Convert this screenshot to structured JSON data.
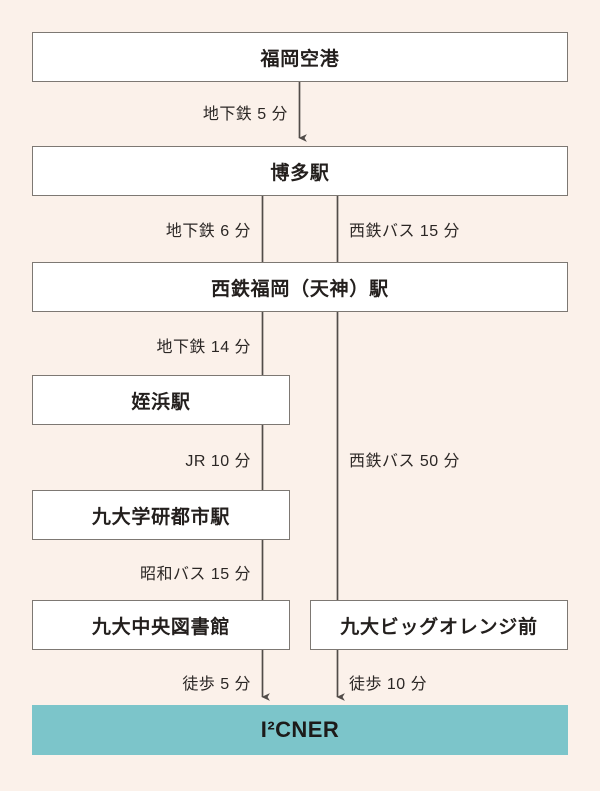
{
  "diagram": {
    "type": "transit-route-flowchart",
    "background_color": "#fbf1ea",
    "box_fill": "#ffffff",
    "box_border_color": "#7d7873",
    "connector_color": "#514c49",
    "terminal_color": "#7cc5ca",
    "nodes": [
      {
        "id": "fukuoka-airport",
        "label": "福岡空港",
        "kind": "station"
      },
      {
        "id": "hakata-station",
        "label": "博多駅",
        "kind": "station"
      },
      {
        "id": "nishitetsu-fukuoka",
        "label": "西鉄福岡（天神）駅",
        "kind": "station"
      },
      {
        "id": "meinohama",
        "label": "姪浜駅",
        "kind": "station"
      },
      {
        "id": "kyudai-gakkentoshi",
        "label": "九大学研都市駅",
        "kind": "station"
      },
      {
        "id": "kyudai-library",
        "label": "九大中央図書館",
        "kind": "stop"
      },
      {
        "id": "kyudai-big-orange",
        "label": "九大ビッグオレンジ前",
        "kind": "stop"
      },
      {
        "id": "i2cner",
        "label": "I²CNER",
        "kind": "destination"
      }
    ],
    "edges": [
      {
        "id": "edge-airport-hakata",
        "label": "地下鉄 5 分",
        "mode": "subway",
        "minutes": 5,
        "from": "fukuoka-airport",
        "to": "hakata-station"
      },
      {
        "id": "edge-hakata-tenjin",
        "label": "地下鉄 6 分",
        "mode": "subway",
        "minutes": 6,
        "from": "hakata-station",
        "to": "nishitetsu-fukuoka"
      },
      {
        "id": "edge-hakata-bus",
        "label": "西鉄バス 15 分",
        "mode": "bus",
        "minutes": 15,
        "from": "hakata-station",
        "to": "nishitetsu-fukuoka"
      },
      {
        "id": "edge-tenjin-meinohama",
        "label": "地下鉄 14 分",
        "mode": "subway",
        "minutes": 14,
        "from": "nishitetsu-fukuoka",
        "to": "meinohama"
      },
      {
        "id": "edge-meinohama-gakkentoshi",
        "label": "JR 10 分",
        "mode": "jr",
        "minutes": 10,
        "from": "meinohama",
        "to": "kyudai-gakkentoshi"
      },
      {
        "id": "edge-gakkentoshi-library",
        "label": "昭和バス 15 分",
        "mode": "bus",
        "minutes": 15,
        "from": "kyudai-gakkentoshi",
        "to": "kyudai-library"
      },
      {
        "id": "edge-tenjin-bigorange",
        "label": "西鉄バス 50 分",
        "mode": "bus",
        "minutes": 50,
        "from": "nishitetsu-fukuoka",
        "to": "kyudai-big-orange"
      },
      {
        "id": "edge-library-i2cner",
        "label": "徒歩 5 分",
        "mode": "walk",
        "minutes": 5,
        "from": "kyudai-library",
        "to": "i2cner"
      },
      {
        "id": "edge-bigorange-i2cner",
        "label": "徒歩 10 分",
        "mode": "walk",
        "minutes": 10,
        "from": "kyudai-big-orange",
        "to": "i2cner"
      }
    ]
  }
}
